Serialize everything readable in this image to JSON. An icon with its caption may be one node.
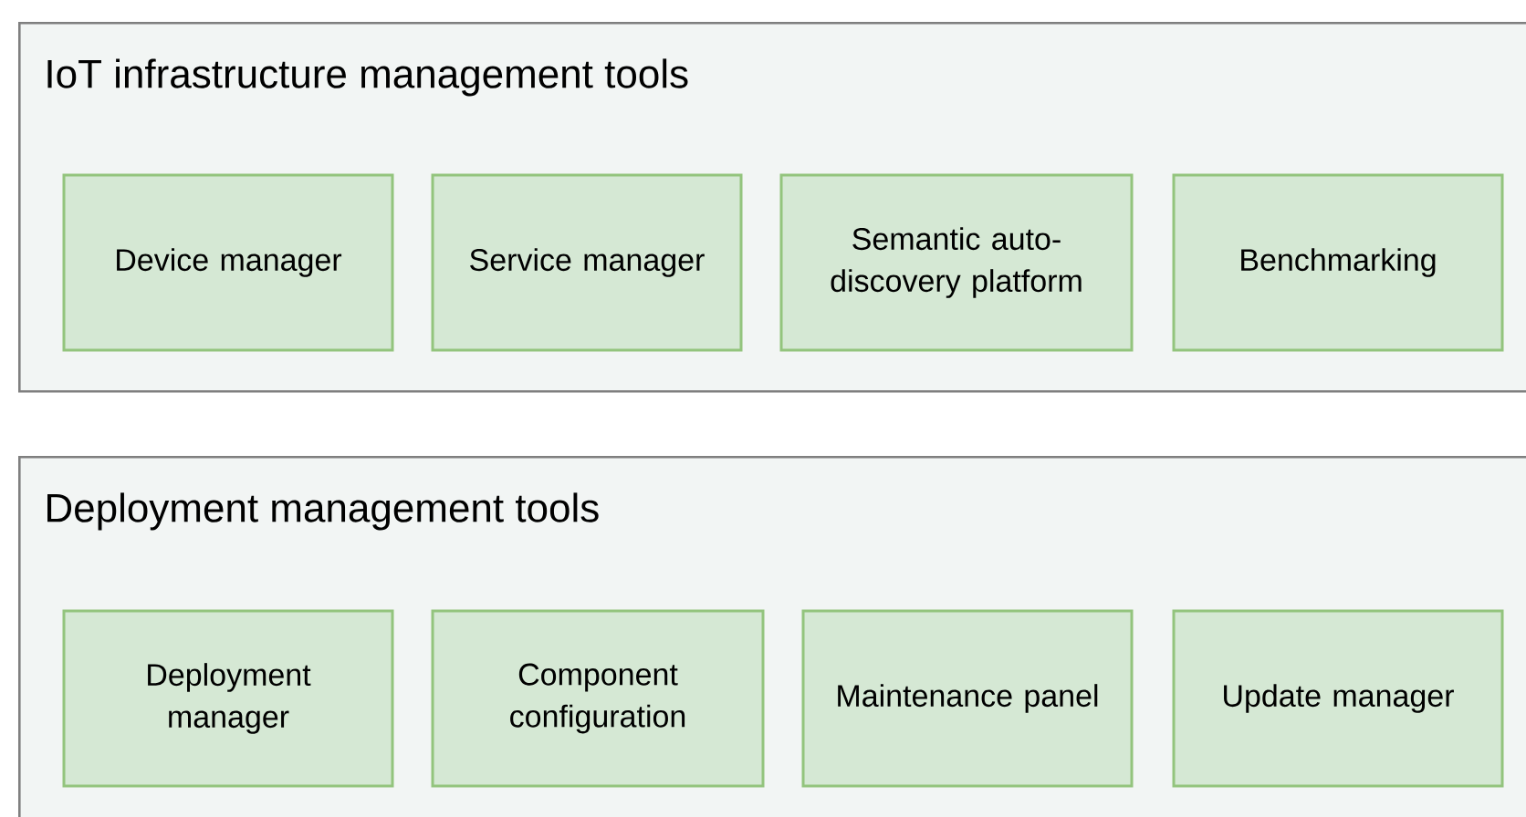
{
  "diagram": {
    "nodes": [
      {
        "text": [
          "IoT infrastructure management tools"
        ]
      },
      {
        "text": [
          "Device manager"
        ],
        "in": 0
      },
      {
        "text": [
          "Service manager"
        ],
        "in": 0
      },
      {
        "text": [
          "Semantic auto-discovery platform"
        ],
        "in": 0
      },
      {
        "text": [
          "Benchmarking"
        ],
        "in": 0
      },
      {
        "text": [
          "Deployment management tools"
        ]
      },
      {
        "text": [
          "Deployment manager"
        ],
        "in": 5
      },
      {
        "text": [
          "Component configuration"
        ],
        "in": 5
      },
      {
        "text": [
          "Maintenance panel"
        ],
        "in": 5
      },
      {
        "text": [
          "Update manager"
        ],
        "in": 5
      }
    ]
  }
}
